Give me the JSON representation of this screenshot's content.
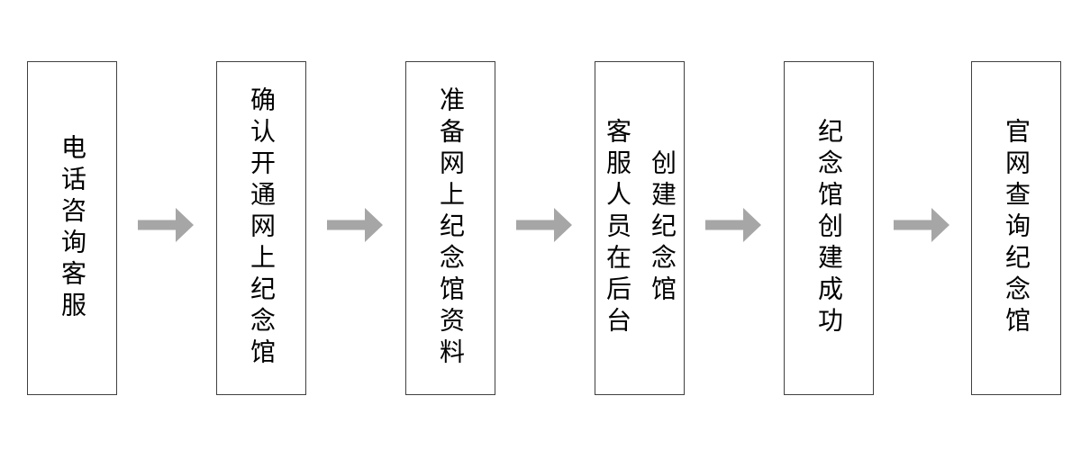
{
  "flowchart": {
    "steps": [
      {
        "label": "电话咨询客服",
        "lines": [
          "电话咨询客服"
        ]
      },
      {
        "label": "确认开通网上纪念馆",
        "lines": [
          "确认开通网上纪念馆"
        ]
      },
      {
        "label": "准备网上纪念馆资料",
        "lines": [
          "准备网上纪念馆资料"
        ]
      },
      {
        "label": "客服人员在后台创建纪念馆",
        "lines": [
          "客服人员在后台",
          "创建纪念馆"
        ]
      },
      {
        "label": "纪念馆创建成功",
        "lines": [
          "纪念馆创建成功"
        ]
      },
      {
        "label": "官网查询纪念馆",
        "lines": [
          "官网查询纪念馆"
        ]
      }
    ],
    "colors": {
      "box_border": "#404040",
      "box_fill": "#ffffff",
      "text": "#000000",
      "arrow": "#a6a6a6",
      "background": "#ffffff"
    }
  }
}
